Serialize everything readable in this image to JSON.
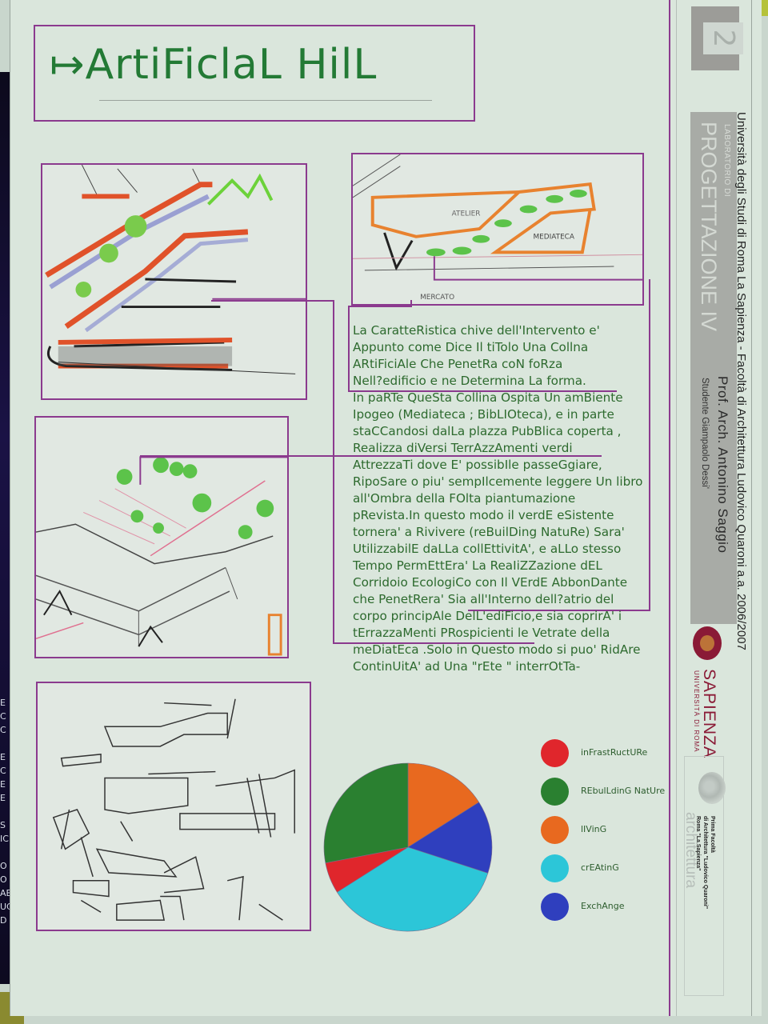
{
  "poster": {
    "title": "↦ArtiFiclaL HilL",
    "body_lines": [
      "La CaratteRistica chive dell'Intervento e'",
      "Appunto come Dice Il tiTolo Una Collna",
      "ARtiFiciAle  Che PenetRa coN foRza",
      "Nell?edificio  e ne Determina La forma.",
      "In paRTe QueSta Collina  Ospita Un amBiente",
      "Ipogeo (Mediateca ; BibLIOteca), e in parte",
      "staCCandosi dalLa plazza PubBlica coperta ,",
      "Realizza diVersi TerrAzzAmenti verdi",
      "AttrezzaTi dove E' possibIle passeGgiare,",
      "RipoSare o piu' sempIlcemente leggere Un libro",
      "all'Ombra della FOlta piantumazione",
      "pRevista.In questo modo il verdE eSistente",
      "tornera' a Rivivere (reBuilDing NatuRe) Sara'",
      "UtilizzabilE daLLa collEttivitA', e aLLo stesso",
      "Tempo PermEttEra' La ReaIiZZazione dEL",
      "Corridoio EcologiCo con Il VErdE AbbonDante",
      "che PenetRera' Sia all'Interno dell?atrio del",
      "corpo principAle DelL'ediFicio,e sia coprirA' i",
      "tErrazzaMenti PRospicienti le Vetrate della",
      "meDiatEca .Solo in Questo modo si puo' RidAre",
      "ContinUitA' ad Una \"rEte \" interrOtTa-"
    ],
    "sketch_labels": {
      "atelier": "ATELIER",
      "mediateca": "MEDIATECA",
      "mercato": "MERCATO"
    }
  },
  "sidebar": {
    "table_number": "2",
    "university_line": "Università degli Studi di Roma La Sapienza - Facoltà di Architettura Ludovico Quaroni a.a. 2006/2007",
    "lab_small": "LABORATORIO DI",
    "lab_big": "PROGETTAZIONE IV",
    "professor": "Prof.  Arch.  Antonino Saggio",
    "student": "Studente  Giampaolo Dessi'",
    "sapienza": "SAPIENZA",
    "sapienza_sub": "UNIVERSITÀ DI ROMA",
    "arch_word": "architettura",
    "arch_caption_1": "Prima Facoltà",
    "arch_caption_2": "di Architettura \"Ludovico Quaroni\"",
    "arch_caption_3": "Roma \"La Sapienza\""
  },
  "wall": {
    "letters": [
      "E",
      "C",
      "C",
      "",
      "E",
      "C",
      "E",
      "E",
      "",
      "S",
      "IC",
      "",
      "O",
      "O",
      "AE",
      "UC",
      "D"
    ]
  },
  "colors": {
    "title_green": "#237a35",
    "frame_purple": "#8b3a8e",
    "text_green": "#2d6a2e",
    "infrastructure": "#e0262c",
    "rebuilding_nature": "#2a8030",
    "living": "#e8691f",
    "creating": "#2cc6d8",
    "exchange": "#2f3fbe"
  },
  "chart_data": {
    "type": "pie",
    "title": "",
    "start_angle_deg": 0,
    "direction": "clockwise",
    "slices": [
      {
        "label": "lIVinG",
        "value": 16,
        "color": "#e8691f"
      },
      {
        "label": "ExchAnge",
        "value": 14,
        "color": "#2f3fbe"
      },
      {
        "label": "crEAtinG",
        "value": 36,
        "color": "#2cc6d8"
      },
      {
        "label": "inFrastRuctURe",
        "value": 6,
        "color": "#e0262c"
      },
      {
        "label": "REbulLdinG NatUre",
        "value": 28,
        "color": "#2a8030"
      }
    ],
    "legend": [
      {
        "label": "inFrastRuctURe",
        "color": "#e0262c"
      },
      {
        "label": "REbulLdinG NatUre",
        "color": "#2a8030"
      },
      {
        "label": "lIVinG",
        "color": "#e8691f"
      },
      {
        "label": "crEAtinG",
        "color": "#2cc6d8"
      },
      {
        "label": "ExchAnge",
        "color": "#2f3fbe"
      }
    ],
    "legend_position": "right"
  }
}
